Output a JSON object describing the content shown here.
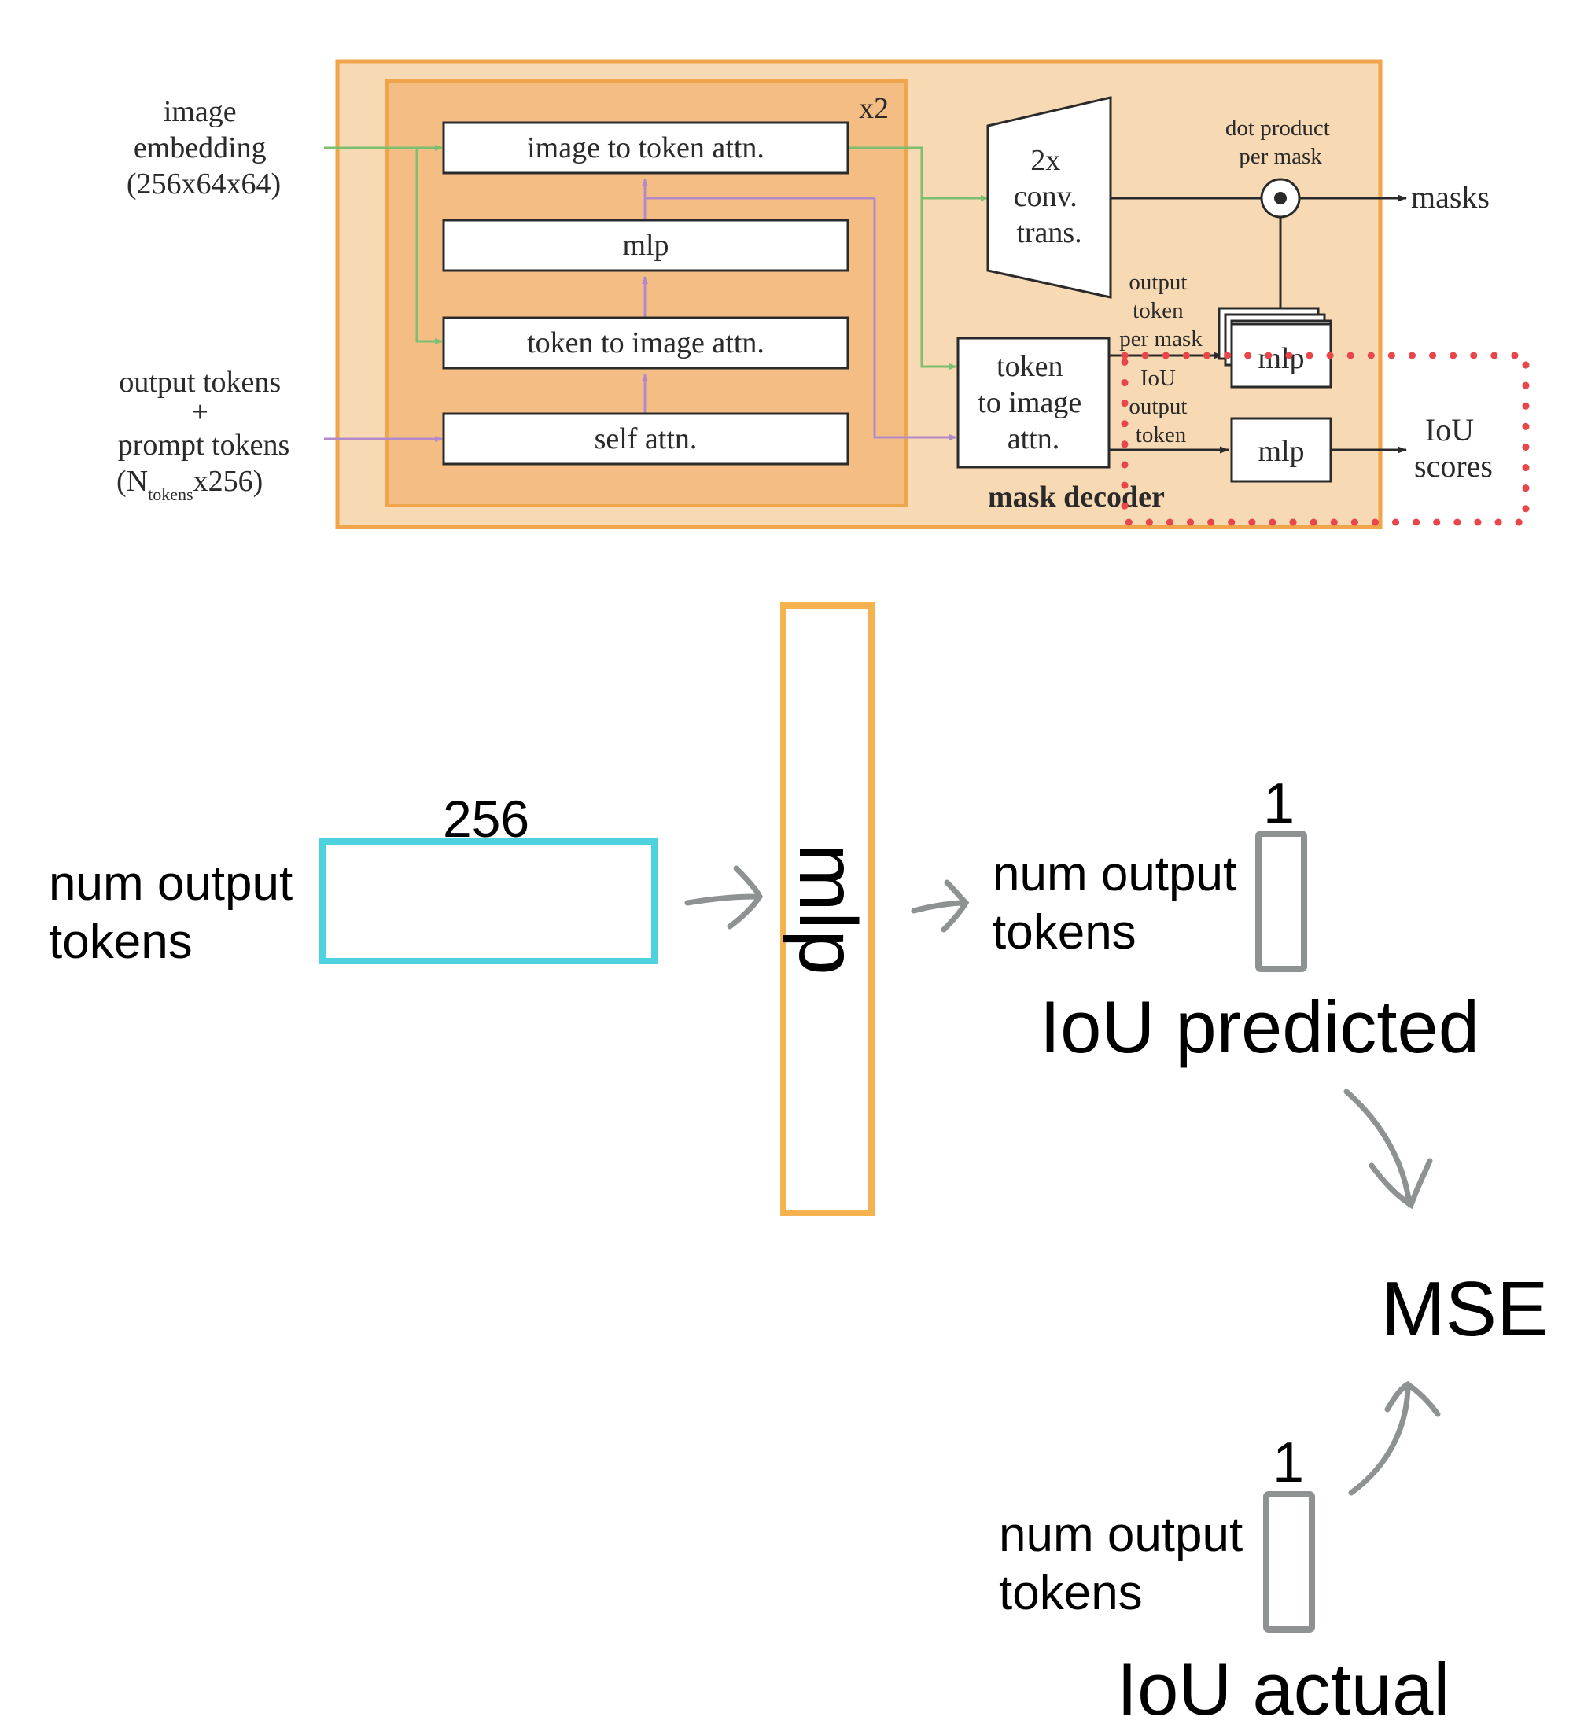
{
  "decoder": {
    "inputs": {
      "image_embedding": [
        "image",
        "embedding",
        "(256x64x64)"
      ],
      "tokens_line1": "output tokens",
      "tokens_line2": "+",
      "tokens_line3": "prompt tokens",
      "tokens_line4_pre": "(N",
      "tokens_line4_sub": "tokens",
      "tokens_line4_post": "x256)"
    },
    "repeat_label": "x2",
    "blocks": {
      "image_to_token": "image to token attn.",
      "mlp": "mlp",
      "token_to_image": "token to image attn.",
      "self_attn": "self attn."
    },
    "conv_trans": [
      "2x",
      "conv.",
      "trans."
    ],
    "final_token_to_image": [
      "token",
      "to image",
      "attn."
    ],
    "dot_product": [
      "dot product",
      "per mask"
    ],
    "output_token_per_mask": [
      "output",
      "token",
      "per mask"
    ],
    "iou_output_token": [
      "IoU",
      "output",
      "token"
    ],
    "mask_mlp": "mlp",
    "iou_mlp": "mlp",
    "masks_output": "masks",
    "iou_scores": [
      "IoU",
      "scores"
    ],
    "title": "mask decoder"
  },
  "annotation": {
    "input_dim": "256",
    "input_rows": [
      "num output",
      "tokens"
    ],
    "mlp_label": "mlp",
    "pred_dim": "1",
    "pred_rows": [
      "num output",
      "tokens"
    ],
    "pred_title": "IoU predicted",
    "loss": "MSE",
    "actual_dim": "1",
    "actual_rows": [
      "num output",
      "tokens"
    ],
    "actual_title": "IoU actual"
  },
  "colors": {
    "outer_fill": "#f7d9b3",
    "outer_border": "#f0a54a",
    "inner_fill": "#f4bd84",
    "green_arrow": "#7cbf6e",
    "purple_arrow": "#b38ac9",
    "highlight_dots": "#e9464a",
    "cyan_box": "#4fd2df",
    "orange_box": "#f6b24f",
    "gray_strokes": "#8e9293"
  }
}
